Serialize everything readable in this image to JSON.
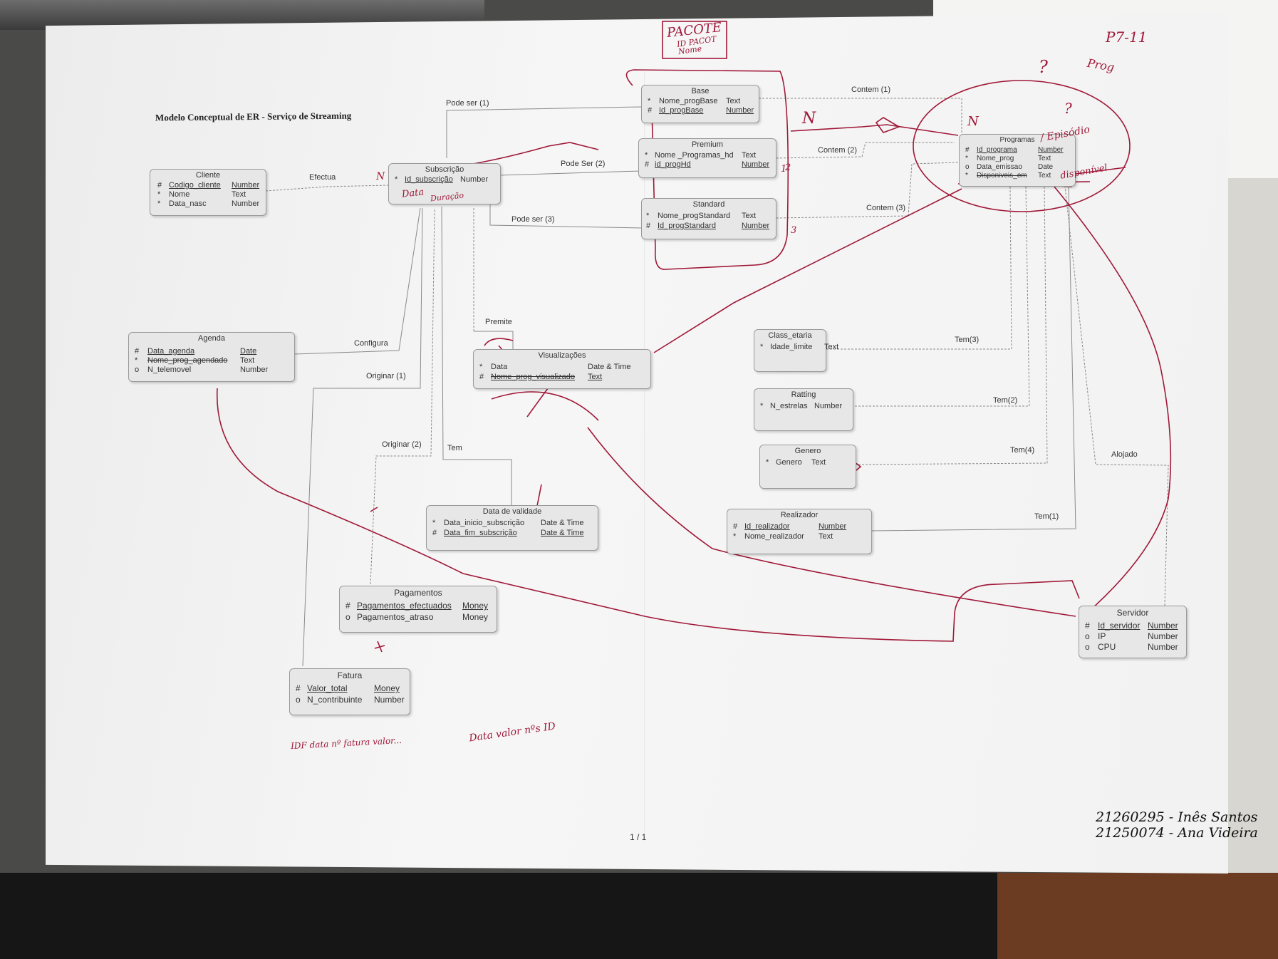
{
  "title": "Modelo Conceptual de ER - Serviço de Streaming",
  "page_number": "1 / 1",
  "entities": {
    "cliente": {
      "name": "Cliente",
      "attrs": [
        {
          "mark": "#",
          "name": "Codigo_cliente",
          "type": "Number"
        },
        {
          "mark": "*",
          "name": "Nome",
          "type": "Text"
        },
        {
          "mark": "*",
          "name": "Data_nasc",
          "type": "Number"
        }
      ]
    },
    "subscricao": {
      "name": "Subscrição",
      "attrs": [
        {
          "mark": "*",
          "name": "Id_subscrição",
          "type": "Number"
        }
      ]
    },
    "base": {
      "name": "Base",
      "attrs": [
        {
          "mark": "*",
          "name": "Nome_progBase",
          "type": "Text"
        },
        {
          "mark": "#",
          "name": "Id_progBase",
          "type": "Number"
        }
      ]
    },
    "premium": {
      "name": "Premium",
      "attrs": [
        {
          "mark": "*",
          "name": "Nome _Programas_hd",
          "type": "Text"
        },
        {
          "mark": "#",
          "name": "id_progHd",
          "type": "Number"
        }
      ]
    },
    "standard": {
      "name": "Standard",
      "attrs": [
        {
          "mark": "*",
          "name": "Nome_progStandard",
          "type": "Text"
        },
        {
          "mark": "#",
          "name": "Id_progStandard",
          "type": "Number"
        }
      ]
    },
    "programas": {
      "name": "Programas",
      "attrs": [
        {
          "mark": "#",
          "name": "Id_programa",
          "type": "Number"
        },
        {
          "mark": "*",
          "name": "Nome_prog",
          "type": "Text"
        },
        {
          "mark": "o",
          "name": "Data_emissao",
          "type": "Date"
        },
        {
          "mark": "*",
          "name": "Disponiveis_em",
          "type": "Text"
        }
      ]
    },
    "agenda": {
      "name": "Agenda",
      "attrs": [
        {
          "mark": "#",
          "name": "Data_agenda",
          "type": "Date"
        },
        {
          "mark": "*",
          "name": "Nome_prog_agendado",
          "type": "Text"
        },
        {
          "mark": "o",
          "name": "N_telemovel",
          "type": "Number"
        }
      ]
    },
    "visualizacoes": {
      "name": "Visualizações",
      "attrs": [
        {
          "mark": "*",
          "name": "Data",
          "type": "Date & Time"
        },
        {
          "mark": "#",
          "name": "Nome_prog_visualizado",
          "type": "Text"
        }
      ]
    },
    "class_etaria": {
      "name": "Class_etaria",
      "attrs": [
        {
          "mark": "*",
          "name": "Idade_limite",
          "type": "Text"
        }
      ]
    },
    "ratting": {
      "name": "Ratting",
      "attrs": [
        {
          "mark": "*",
          "name": "N_estrelas",
          "type": "Number"
        }
      ]
    },
    "genero": {
      "name": "Genero",
      "attrs": [
        {
          "mark": "*",
          "name": "Genero",
          "type": "Text"
        }
      ]
    },
    "realizador": {
      "name": "Realizador",
      "attrs": [
        {
          "mark": "#",
          "name": "Id_realizador",
          "type": "Number"
        },
        {
          "mark": "*",
          "name": "Nome_realizador",
          "type": "Text"
        }
      ]
    },
    "data_validade": {
      "name": "Data de validade",
      "attrs": [
        {
          "mark": "*",
          "name": "Data_inicio_subscrição",
          "type": "Date & Time"
        },
        {
          "mark": "#",
          "name": "Data_fim_subscrição",
          "type": "Date & Time"
        }
      ]
    },
    "pagamentos": {
      "name": "Pagamentos",
      "attrs": [
        {
          "mark": "#",
          "name": "Pagamentos_efectuados",
          "type": "Money"
        },
        {
          "mark": "o",
          "name": "Pagamentos_atraso",
          "type": "Money"
        }
      ]
    },
    "fatura": {
      "name": "Fatura",
      "attrs": [
        {
          "mark": "#",
          "name": "Valor_total",
          "type": "Money"
        },
        {
          "mark": "o",
          "name": "N_contribuinte",
          "type": "Number"
        }
      ]
    },
    "servidor": {
      "name": "Servidor",
      "attrs": [
        {
          "mark": "#",
          "name": "Id_servidor",
          "type": "Number"
        },
        {
          "mark": "o",
          "name": "IP",
          "type": "Number"
        },
        {
          "mark": "o",
          "name": "CPU",
          "type": "Number"
        }
      ]
    }
  },
  "relationships": {
    "efectua": "Efectua",
    "pode_ser_1": "Pode ser (1)",
    "pode_ser_2": "Pode Ser (2)",
    "pode_ser_3": "Pode ser (3)",
    "contem_1": "Contem (1)",
    "contem_2": "Contem (2)",
    "contem_3": "Contem (3)",
    "configura": "Configura",
    "premite": "Premite",
    "originar_1": "Originar (1)",
    "originar_2": "Originar (2)",
    "tem": "Tem",
    "tem_1": "Tem(1)",
    "tem_2": "Tem(2)",
    "tem_3": "Tem(3)",
    "tem_4": "Tem(4)",
    "alojado": "Alojado"
  },
  "handwritten": {
    "pacote": "PACOTE",
    "id_pacot": "ID PACOT",
    "nome": "Nome",
    "p7_11": "P7-11",
    "q1": "?",
    "q2": "?",
    "prog_note": "Prog",
    "episodio": "/ Episódio",
    "disponivel": "disponível",
    "n1": "N",
    "n2": "N",
    "n3": "N",
    "data": "Data",
    "duracao": "Duração",
    "one": "1",
    "two": "2",
    "three": "3",
    "note_bottom_left": "IDF data nº fatura valor...",
    "note_bottom_mid": "Data valor nºs ID"
  },
  "signatures": {
    "line1": "21260295 - Inês Santos",
    "line2": "21250074 - Ana Videira"
  }
}
